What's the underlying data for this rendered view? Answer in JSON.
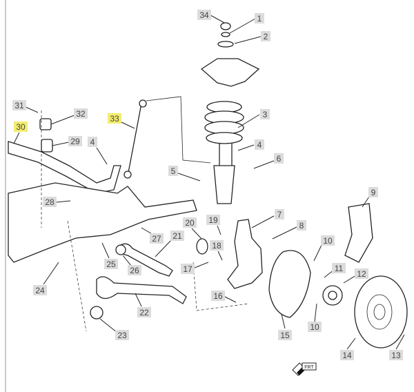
{
  "diagram": {
    "title": "Front suspension exploded view",
    "callouts": [
      "34",
      "1",
      "2",
      "3",
      "4",
      "4",
      "5",
      "6",
      "7",
      "8",
      "9",
      "10",
      "10",
      "11",
      "12",
      "13",
      "14",
      "15",
      "16",
      "17",
      "18",
      "19",
      "20",
      "21",
      "22",
      "23",
      "24",
      "25",
      "26",
      "27",
      "28",
      "29",
      "30",
      "31",
      "32",
      "33"
    ],
    "highlighted": [
      "30",
      "33"
    ],
    "highlight_color": "#f3ec6e",
    "label_bg_color": "#dcdcdc",
    "front_indicator": "FRT"
  }
}
